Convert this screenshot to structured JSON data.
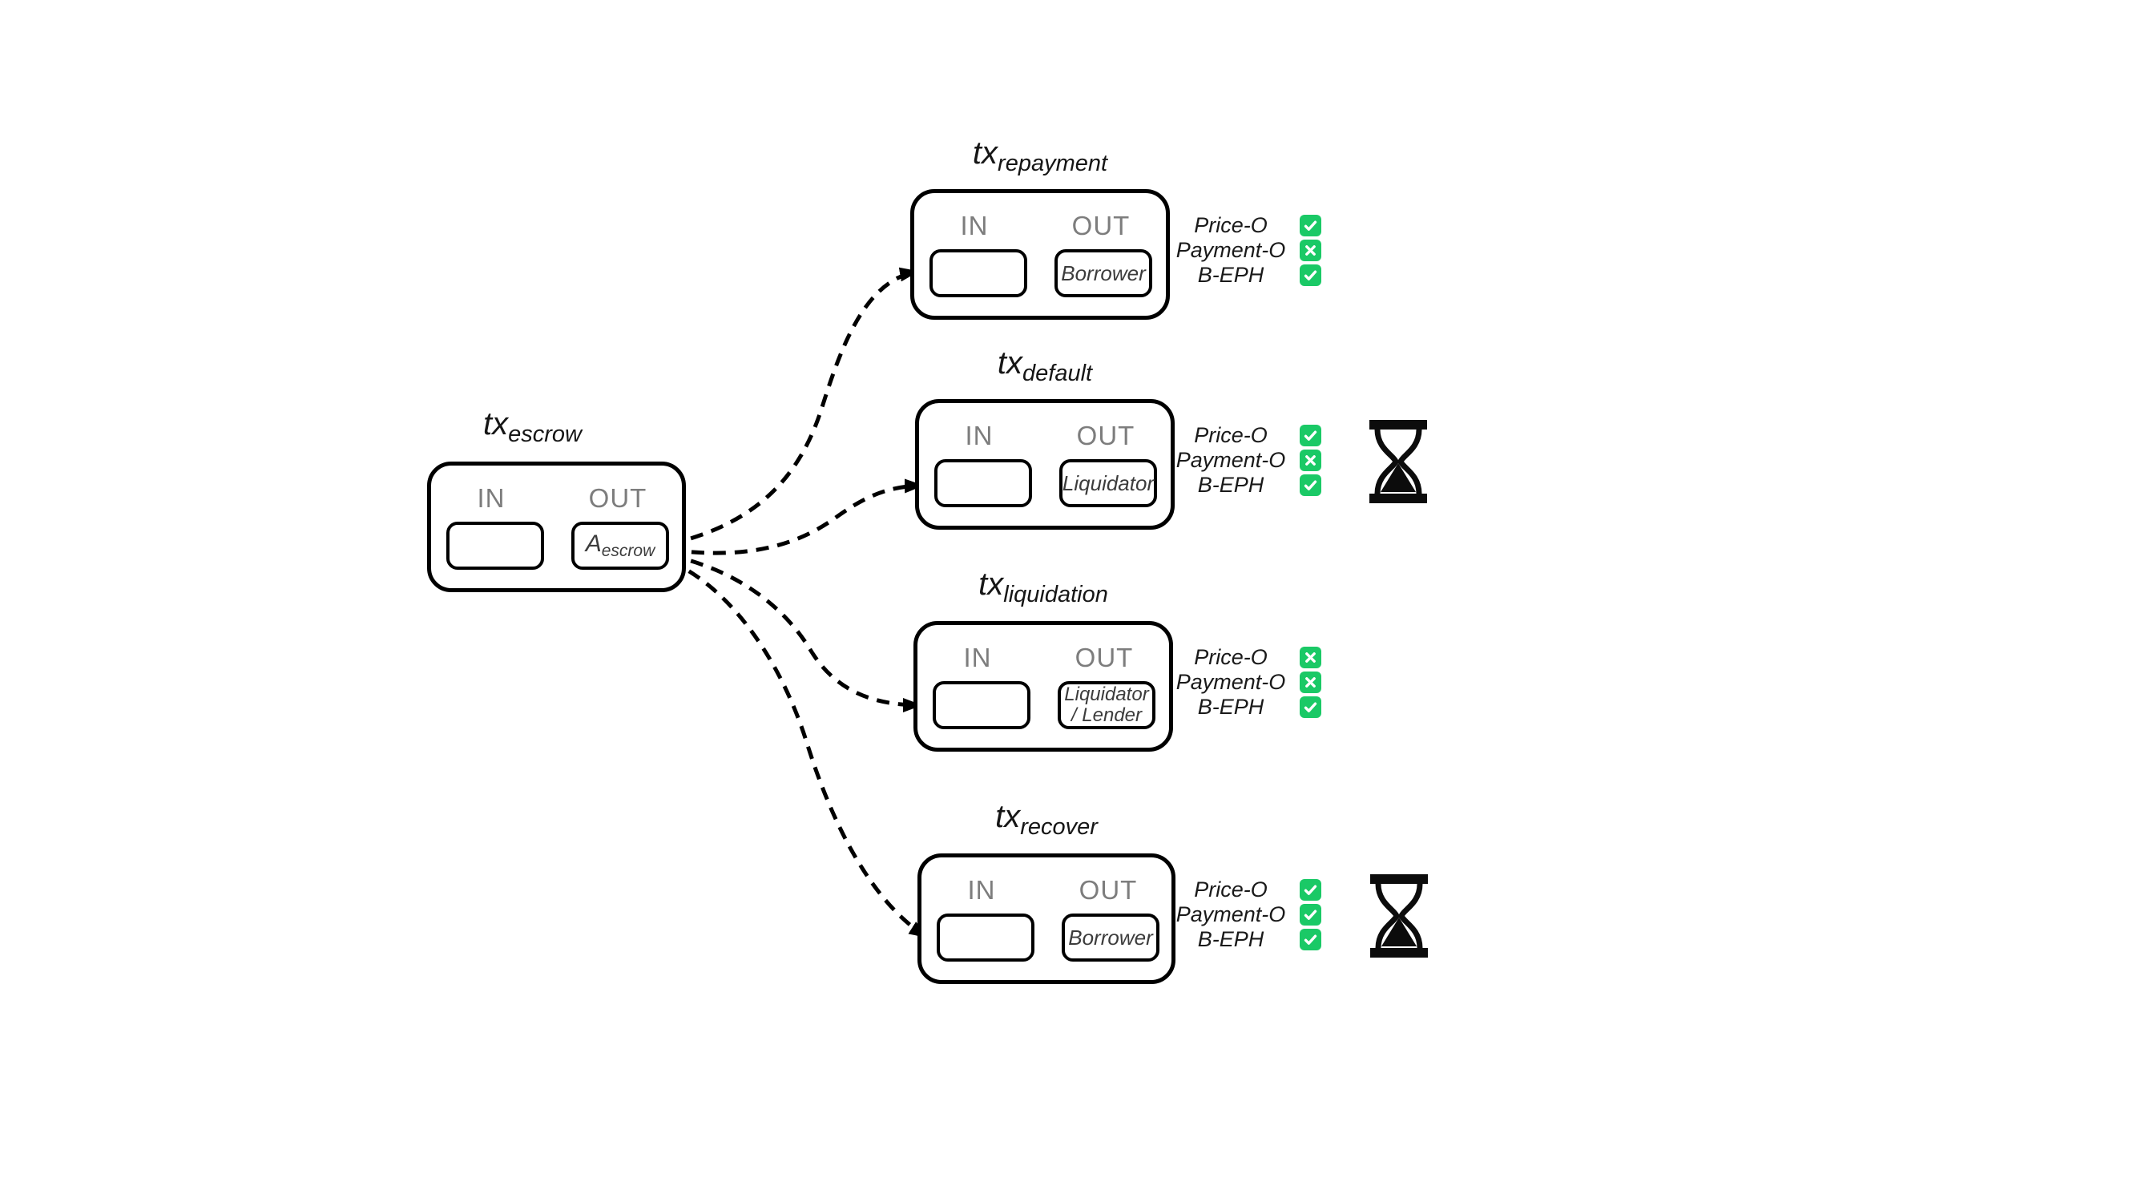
{
  "colors": {
    "background": "#ffffff",
    "line_black": "#000000",
    "io_label_gray": "#7d7d7d",
    "slot_text_gray": "#3c3c3c",
    "condition_text": "#1a1a1a",
    "check_green": "#1AC966",
    "glyph_white": "#ffffff",
    "hourglass_black": "#0c0c0c"
  },
  "escrow": {
    "label_main": "tx",
    "label_sub": "escrow",
    "in_label": "IN",
    "out_label": "OUT",
    "out_slot_main": "A",
    "out_slot_sub": "escrow"
  },
  "transactions": [
    {
      "name": "repayment",
      "label_main": "tx",
      "label_sub": "repayment",
      "in_label": "IN",
      "out_label": "OUT",
      "out_slot_line1": "Borrower",
      "out_slot_line2": "",
      "conditions": [
        {
          "label": "Price-O",
          "state": "check"
        },
        {
          "label": "Payment-O",
          "state": "cross"
        },
        {
          "label": "B-EPH",
          "state": "check"
        }
      ],
      "hourglass": false
    },
    {
      "name": "default",
      "label_main": "tx",
      "label_sub": "default",
      "in_label": "IN",
      "out_label": "OUT",
      "out_slot_line1": "Liquidator",
      "out_slot_line2": "",
      "conditions": [
        {
          "label": "Price-O",
          "state": "check"
        },
        {
          "label": "Payment-O",
          "state": "cross"
        },
        {
          "label": "B-EPH",
          "state": "check"
        }
      ],
      "hourglass": true
    },
    {
      "name": "liquidation",
      "label_main": "tx",
      "label_sub": "liquidation",
      "in_label": "IN",
      "out_label": "OUT",
      "out_slot_line1": "Liquidator",
      "out_slot_line2": "/ Lender",
      "conditions": [
        {
          "label": "Price-O",
          "state": "cross"
        },
        {
          "label": "Payment-O",
          "state": "cross"
        },
        {
          "label": "B-EPH",
          "state": "check"
        }
      ],
      "hourglass": false
    },
    {
      "name": "recover",
      "label_main": "tx",
      "label_sub": "recover",
      "in_label": "IN",
      "out_label": "OUT",
      "out_slot_line1": "Borrower",
      "out_slot_line2": "",
      "conditions": [
        {
          "label": "Price-O",
          "state": "check"
        },
        {
          "label": "Payment-O",
          "state": "check"
        },
        {
          "label": "B-EPH",
          "state": "check"
        }
      ],
      "hourglass": true
    }
  ],
  "icons": {
    "check": "check-icon",
    "cross": "cross-icon",
    "hourglass": "hourglass-icon",
    "arrow": "dashed-arrow"
  }
}
